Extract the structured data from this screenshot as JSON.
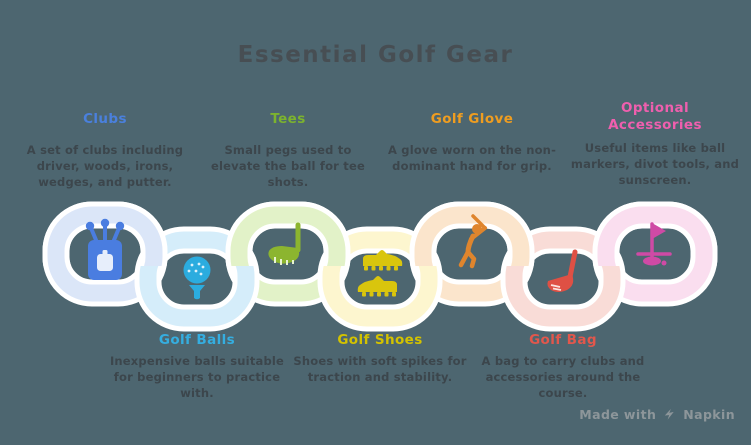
{
  "title": "Essential Golf Gear",
  "colors": {
    "background": "#4d6670",
    "title_text": "#474e53",
    "body_text": "#3c464c",
    "link_outline": "#ffffff",
    "watermark_text": "#8d969a"
  },
  "watermark": {
    "prefix": "Made with",
    "brand": "Napkin"
  },
  "items": [
    {
      "label": "Clubs",
      "description": "A set of clubs including driver, woods, irons, wedges, and putter.",
      "position": "top",
      "label_color": "#4a80dd",
      "ring_color": "#dbe6f8",
      "icon": "golf-bag-icon",
      "icon_color": "#4a7de0"
    },
    {
      "label": "Golf Balls",
      "description": "Inexpensive balls suitable for beginners to practice with.",
      "position": "bottom",
      "label_color": "#35aee0",
      "ring_color": "#d5edfa",
      "icon": "golf-ball-on-tee-icon",
      "icon_color": "#2bacdf"
    },
    {
      "label": "Tees",
      "description": "Small pegs used to elevate the ball for tee shots.",
      "position": "top",
      "label_color": "#7cb32e",
      "ring_color": "#e2f2c8",
      "icon": "golf-driver-icon",
      "icon_color": "#8cb52f"
    },
    {
      "label": "Golf Shoes",
      "description": "Shoes with soft spikes for traction and stability.",
      "position": "bottom",
      "label_color": "#d3c200",
      "ring_color": "#fdf6cf",
      "icon": "golf-shoes-icon",
      "icon_color": "#d9c50d"
    },
    {
      "label": "Golf Glove",
      "description": "A glove worn on the non-dominant hand for grip.",
      "position": "top",
      "label_color": "#ef9d20",
      "ring_color": "#fbe5cc",
      "icon": "golfer-swing-icon",
      "icon_color": "#df852d"
    },
    {
      "label": "Golf Bag",
      "description": "A bag to carry clubs and accessories around the course.",
      "position": "bottom",
      "label_color": "#e2574c",
      "ring_color": "#f9dcd7",
      "icon": "golf-iron-icon",
      "icon_color": "#df5044"
    },
    {
      "label": "Optional Accessories",
      "description": "Useful items like ball markers, divot tools, and sunscreen.",
      "position": "top",
      "label_color": "#ef5fae",
      "ring_color": "#fadeef",
      "icon": "golf-flag-icon",
      "icon_color": "#cf4aa5"
    }
  ]
}
